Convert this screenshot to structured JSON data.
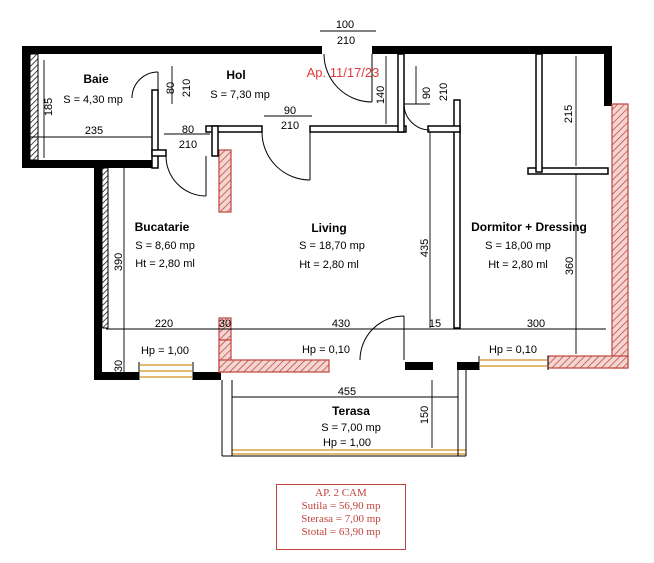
{
  "apartment_code": "Ap. 11/17/23",
  "rooms": {
    "baie": {
      "name": "Baie",
      "area": "S = 4,30 mp"
    },
    "hol": {
      "name": "Hol",
      "area": "S = 7,30 mp"
    },
    "bucatarie": {
      "name": "Bucatarie",
      "area": "S = 8,60 mp",
      "height": "Ht = 2,80 ml"
    },
    "living": {
      "name": "Living",
      "area": "S = 18,70 mp",
      "height": "Ht = 2,80 ml"
    },
    "dormitor": {
      "name": "Dormitor + Dressing",
      "area": "S = 18,00 mp",
      "height": "Ht = 2,80 ml"
    },
    "terasa": {
      "name": "Terasa",
      "area": "S = 7,00 mp",
      "sill": "Hp = 1,00"
    }
  },
  "dimensions": {
    "entry_door_w": "100",
    "entry_door_h": "210",
    "baie_height": "185",
    "baie_width": "235",
    "baie_door_w": "80",
    "baie_door_h": "210",
    "buc_door_w": "80",
    "buc_door_h": "210",
    "living_door_w": "90",
    "living_door_h": "210",
    "hol_right_140": "140",
    "dorm_door_w": "90",
    "dorm_door_h": "210",
    "dorm_215": "215",
    "buc_390": "390",
    "living_435": "435",
    "dorm_360": "360",
    "buc_width": "220",
    "wall_30": "30",
    "living_width": "430",
    "wall_15": "15",
    "dorm_width": "300",
    "sill_30": "30",
    "terasa_width": "455",
    "terasa_150": "150"
  },
  "sills": {
    "bucatarie": "Hp = 1,00",
    "living": "Hp = 0,10",
    "dormitor": "Hp = 0,10"
  },
  "summary": {
    "title": "AP. 2 CAM",
    "sutila": "Sutila = 56,90 mp",
    "sterasa": "Sterasa = 7,00 mp",
    "stotal": "Stotal = 63,90 mp"
  },
  "colors": {
    "wall": "#000000",
    "red_wall": "#c0443d",
    "window": "#d9a441",
    "accent_text": "#e03a3a"
  }
}
